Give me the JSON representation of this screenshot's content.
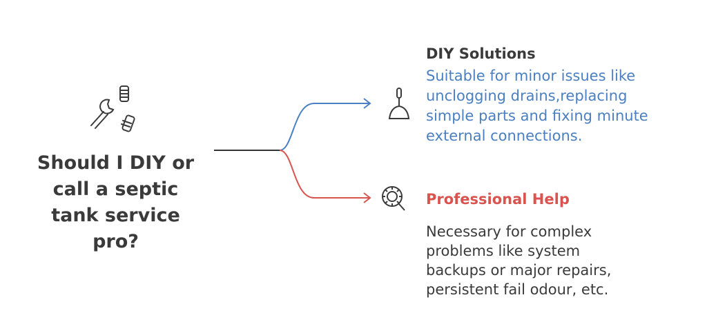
{
  "question": {
    "lines": [
      "Should I DIY or",
      "call a septic",
      "tank service",
      "pro?"
    ]
  },
  "branches": [
    {
      "title": "DIY Solutions",
      "description": [
        "Suitable for minor issues like",
        "unclogging drains,replacing",
        "simple parts and fixing minute",
        "external connections."
      ],
      "icon": "plunger-icon",
      "color": "#4a7fc1"
    },
    {
      "title": "Professional Help",
      "description": [
        "Necessary for complex",
        "problems like system",
        "backups or major repairs,",
        "persistent fail odour, etc."
      ],
      "icon": "bacteria-magnifier-icon",
      "color": "#d9534f"
    }
  ],
  "colors": {
    "text": "#3a3a3a",
    "diy": "#4a7fc1",
    "pro": "#d9534f"
  }
}
